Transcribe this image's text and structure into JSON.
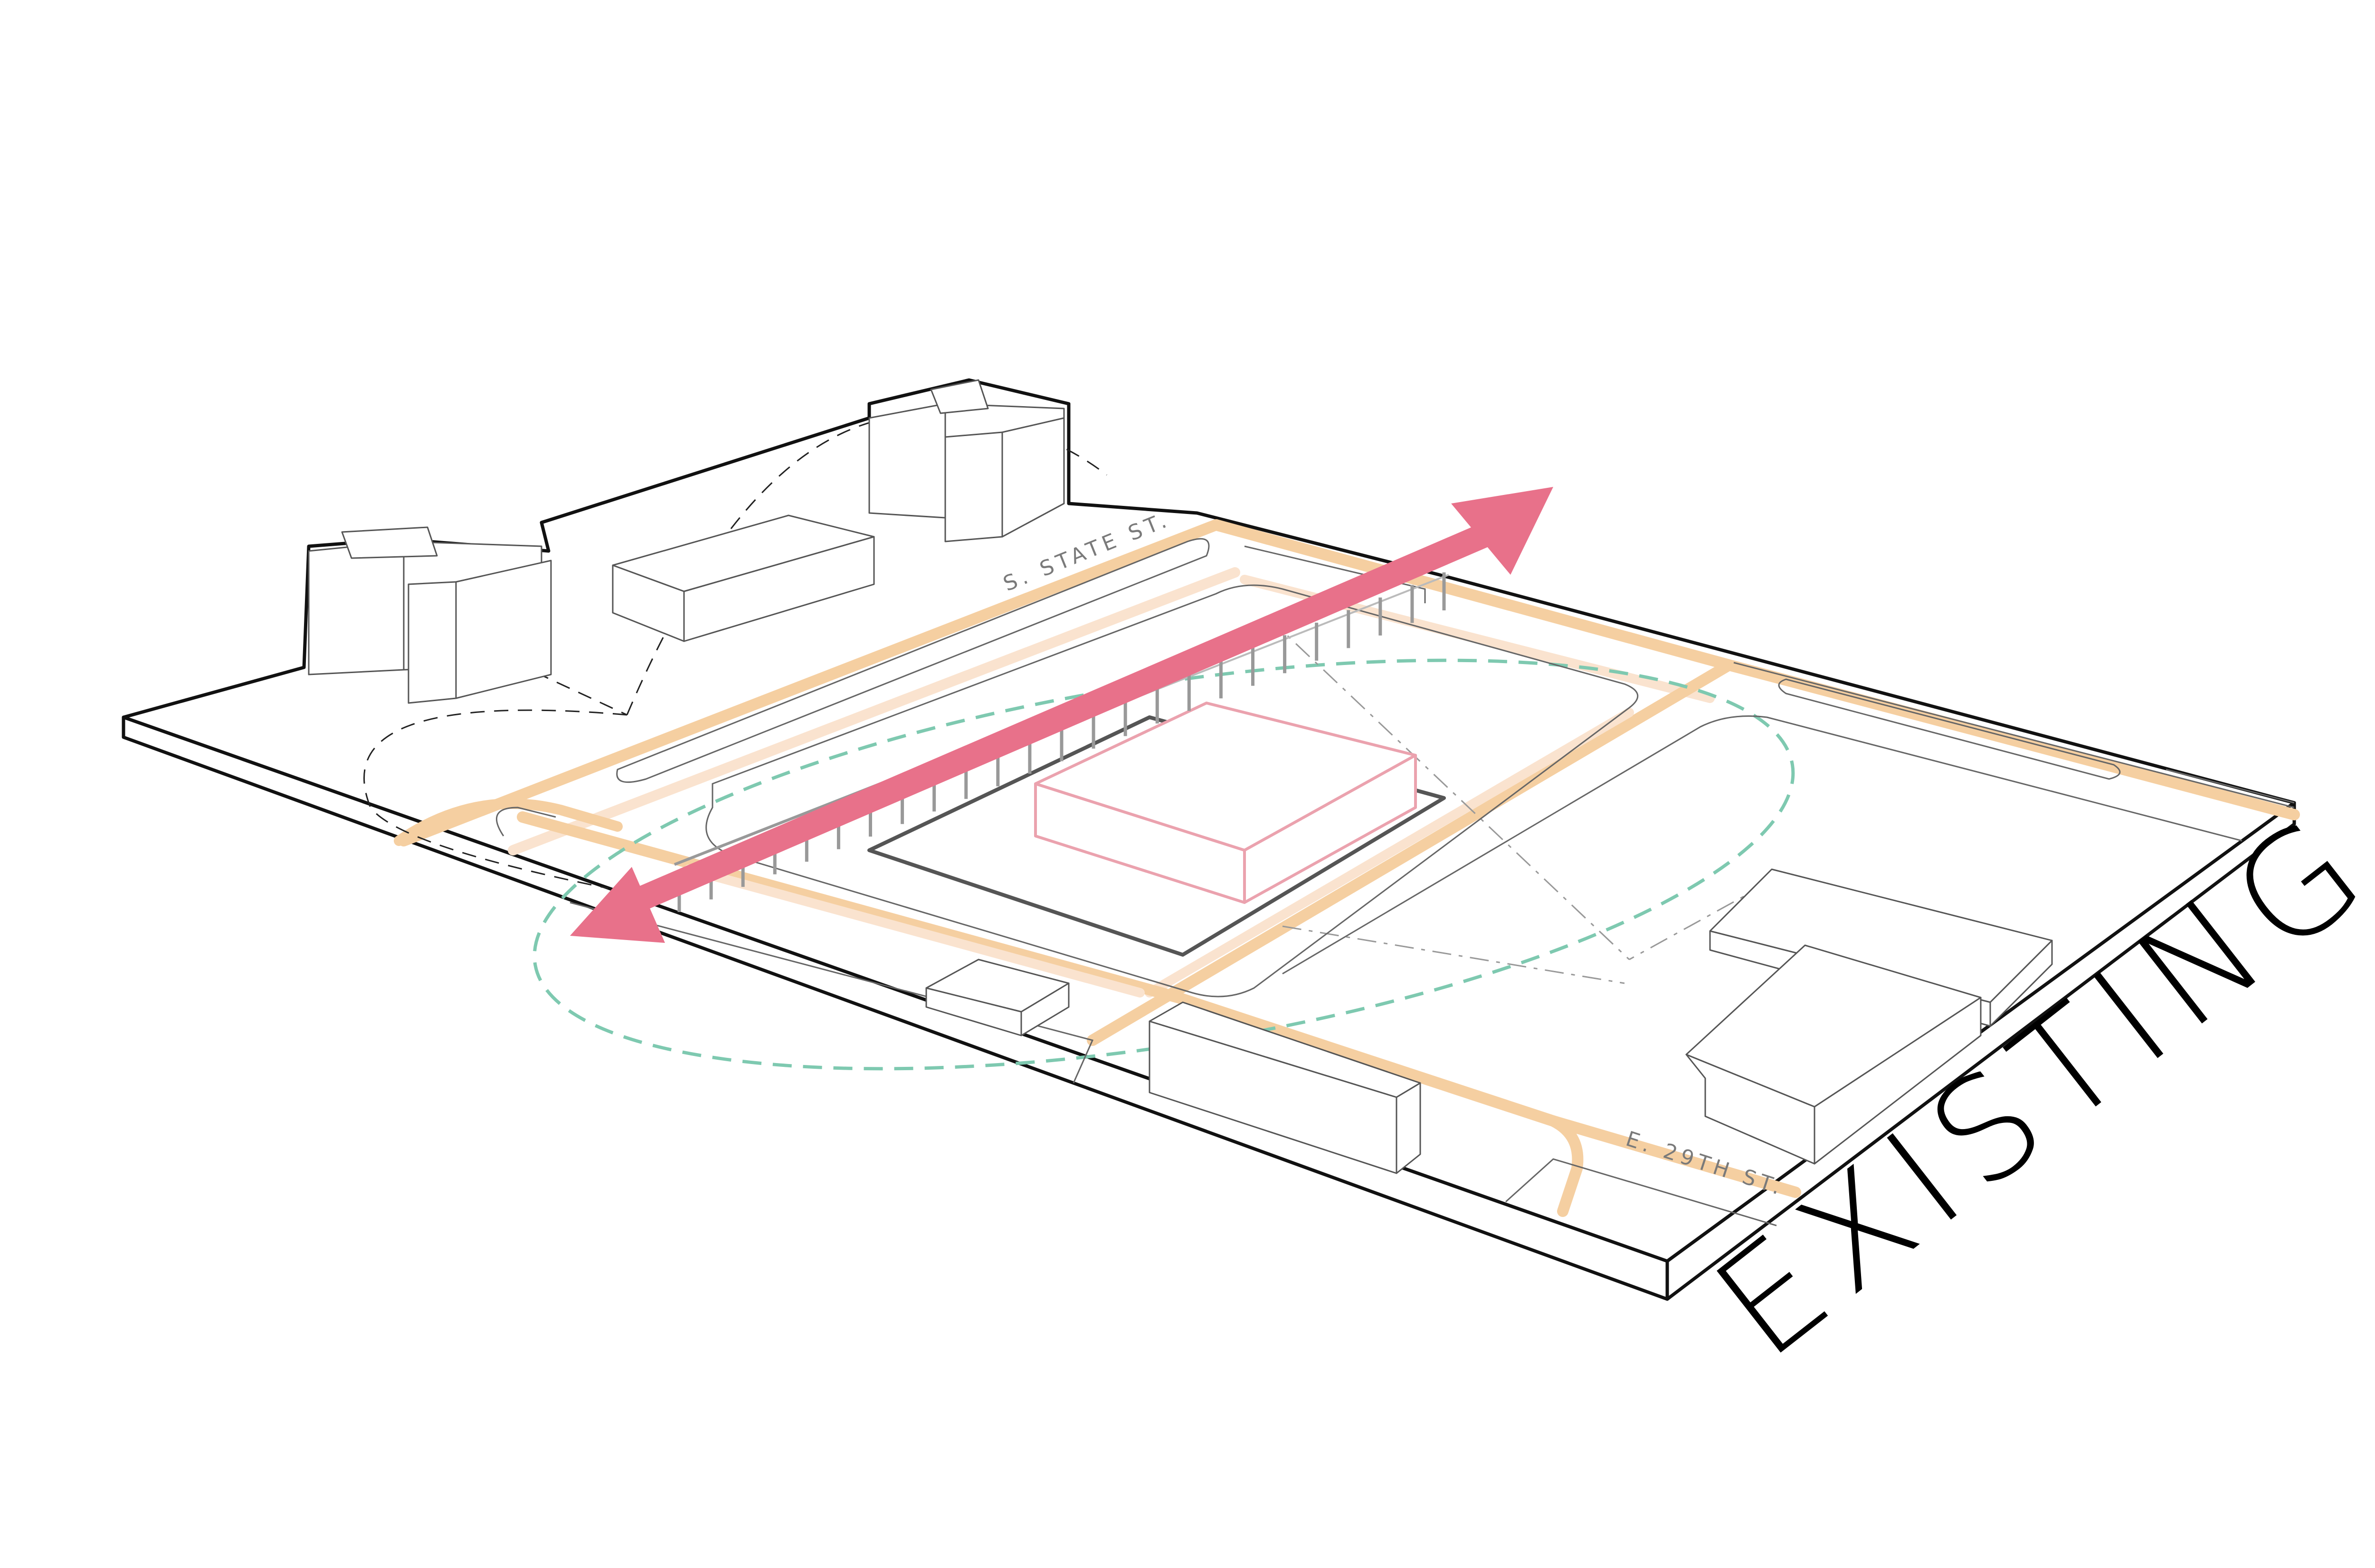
{
  "diagram": {
    "title": "EXISTING",
    "street_labels": [
      {
        "id": "s-state-st",
        "text": "S. STATE ST."
      },
      {
        "id": "e-29th-st",
        "text": "E. 29TH ST."
      }
    ]
  },
  "colors": {
    "arrow": "#e8718a",
    "street": "#f5cfa1",
    "street_light": "#fae3cf",
    "catchment": "#7ec9b0",
    "highlight_building": "#eba2ae",
    "outline": "#111111",
    "thin_line": "#666666"
  },
  "icons": {
    "arrow": "double-headed-arrow"
  }
}
